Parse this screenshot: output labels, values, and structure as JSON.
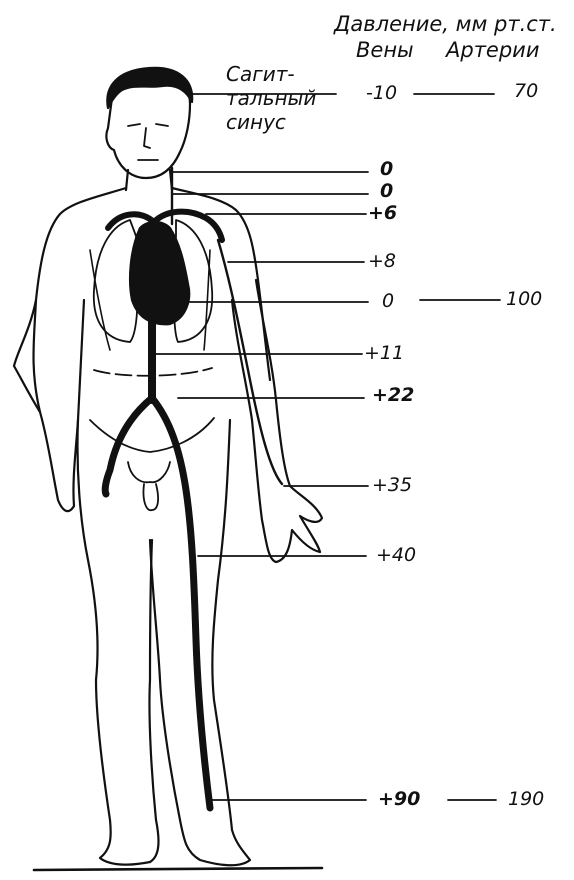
{
  "header": {
    "title": "Давление, мм рт.ст.",
    "col_veins": "Вены",
    "col_arteries": "Артерии"
  },
  "sinus_label": [
    "Сагит-",
    "тальный",
    "синус"
  ],
  "rows": [
    {
      "vein": "-10",
      "artery": "70"
    },
    {
      "vein": "0",
      "artery": ""
    },
    {
      "vein": "0",
      "artery": ""
    },
    {
      "vein": "+6",
      "artery": ""
    },
    {
      "vein": "+8",
      "artery": ""
    },
    {
      "vein": "0",
      "artery": "100"
    },
    {
      "vein": "+11",
      "artery": ""
    },
    {
      "vein": "+22",
      "artery": ""
    },
    {
      "vein": "+35",
      "artery": ""
    },
    {
      "vein": "+40",
      "artery": ""
    },
    {
      "vein": "+90",
      "artery": "190"
    }
  ]
}
